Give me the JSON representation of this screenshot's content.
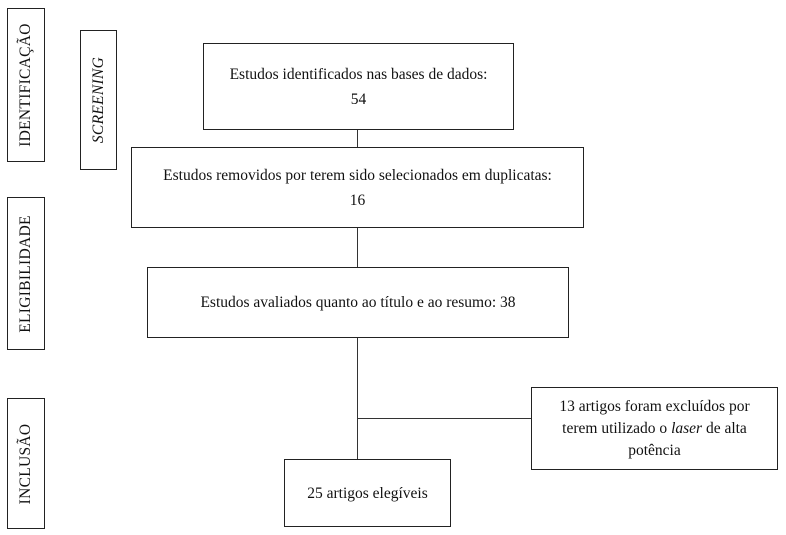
{
  "stages": {
    "identificacao": "IDENTIFICAÇÃO",
    "screening": "SCREENING",
    "elegibilidade": "ELIGIBILIDADE",
    "inclusao": "INCLUSÃO"
  },
  "boxes": {
    "identified": {
      "text": "Estudos identificados nas bases de dados:",
      "count": "54"
    },
    "duplicates": {
      "text": "Estudos removidos por terem sido selecionados em duplicatas:",
      "count": "16"
    },
    "screened": {
      "text": "Estudos avaliados quanto ao título e ao resumo: 38"
    },
    "excluded": {
      "line1": "13 artigos foram excluídos por",
      "line2_before": "terem utilizado o ",
      "line2_italic": "laser",
      "line2_after": " de alta",
      "line3": "potência"
    },
    "included": {
      "text": "25 artigos elegíveis"
    }
  }
}
